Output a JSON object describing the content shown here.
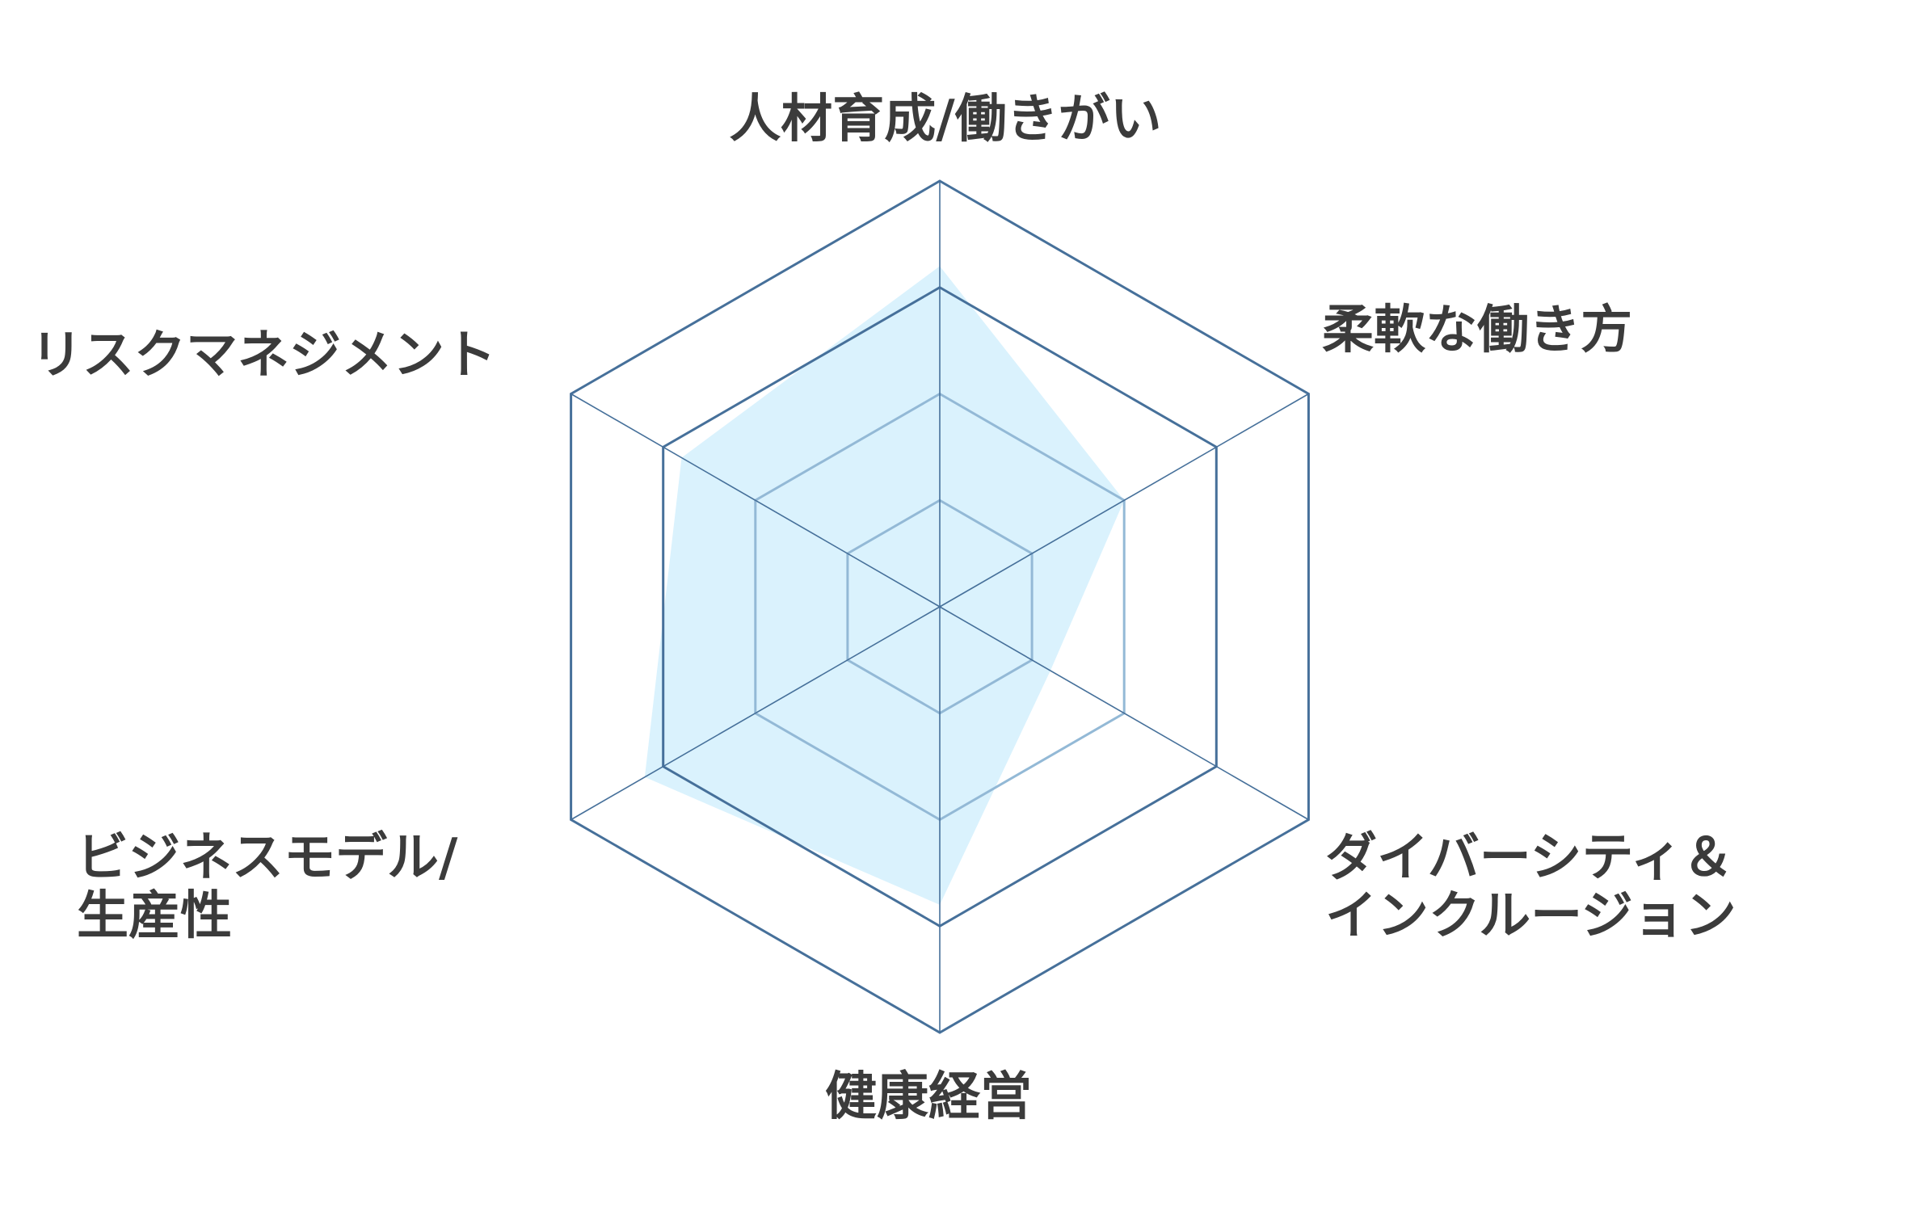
{
  "chart_data": {
    "type": "radar",
    "title": "",
    "axes": [
      {
        "label_lines": [
          "人材育成/働きがい"
        ]
      },
      {
        "label_lines": [
          "柔軟な働き方"
        ]
      },
      {
        "label_lines": [
          "ダイバーシティ＆",
          "インクルージョン"
        ]
      },
      {
        "label_lines": [
          "健康経営"
        ]
      },
      {
        "label_lines": [
          "ビジネスモデル/",
          "生産性"
        ]
      },
      {
        "label_lines": [
          "リスクマネジメント"
        ]
      }
    ],
    "range": [
      0,
      4
    ],
    "grid_levels": [
      1,
      2,
      3,
      4
    ],
    "series": [
      {
        "name": "",
        "values": [
          3.2,
          2.0,
          1.2,
          2.8,
          3.2,
          2.8
        ]
      }
    ],
    "legend": "none",
    "colors": {
      "fill": "#daf2fd",
      "outer_grid": "#46709a",
      "inner_grid": "#93b9d6",
      "axis": "#46709a",
      "label": "#3b3b3b"
    }
  }
}
